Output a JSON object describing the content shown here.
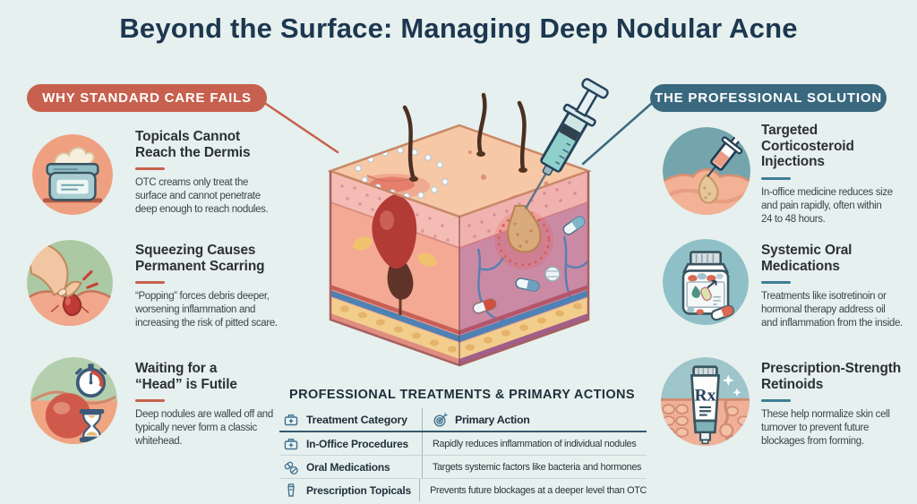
{
  "title": "Beyond the Surface: Managing Deep Nodular Acne",
  "colors": {
    "background": "#e6f0ee",
    "title_text": "#1d3750",
    "left_accent": "#c7604e",
    "right_accent": "#3a697f",
    "table_rule": "#35596d"
  },
  "left_section": {
    "badge": "WHY STANDARD CARE FAILS",
    "items": [
      {
        "icon": "cream-jar-icon",
        "title": "Topicals Cannot\nReach the Dermis",
        "body": "OTC creams only treat the\nsurface and cannot penetrate\ndeep enough to reach nodules."
      },
      {
        "icon": "pimple-squeeze-icon",
        "title": "Squeezing Causes\nPermanent Scarring",
        "body": "“Popping” forces debris deeper,\nworsening inflammation and\nincreasing the risk of pitted scare."
      },
      {
        "icon": "stopwatch-hourglass-icon",
        "title": "Waiting for a\n“Head” is Futile",
        "body": "Deep nodules are walled off and\ntypically never form a classic\nwhitehead."
      }
    ]
  },
  "right_section": {
    "badge": "THE PROFESSIONAL SOLUTION",
    "items": [
      {
        "icon": "syringe-injection-icon",
        "title": "Targeted\nCorticosteroid\nInjections",
        "body": "In-office medicine reduces size\nand pain rapidly, often within\n24 to 48 hours."
      },
      {
        "icon": "pill-bottle-icon",
        "title": "Systemic Oral\nMedications",
        "body": "Treatments like isotretinoin or\nhormonal therapy address oil\nand inflammation from the inside."
      },
      {
        "icon": "rx-tube-icon",
        "title": "Prescription-Strength\nRetinoids",
        "body": "These help normalize skin cell\nturnover to prevent future\nblockages from forming."
      }
    ]
  },
  "illustration": {
    "name": "skin-cross-section",
    "elements": [
      "deep-nodule",
      "corticosteroid-syringe",
      "epidermis",
      "dermis",
      "subcutaneous-fat",
      "blood-vessels",
      "oral-medication-pills",
      "hairs"
    ]
  },
  "table": {
    "heading": "PROFESSIONAL TREATMENTS & PRIMARY ACTIONS",
    "columns": [
      {
        "icon": "first-aid-kit-icon",
        "label": "Treatment Category"
      },
      {
        "icon": "target-icon",
        "label": "Primary Action"
      }
    ],
    "rows": [
      {
        "icon": "first-aid-kit-icon",
        "category": "In-Office Procedures",
        "action": "Rapidly reduces inflammation of individual nodules"
      },
      {
        "icon": "pills-icon",
        "category": "Oral Medications",
        "action": "Targets systemic factors like bacteria and hormones"
      },
      {
        "icon": "ointment-tube-icon",
        "category": "Prescription Topicals",
        "action": "Prevents future blockages at a deeper level than OTC"
      }
    ]
  }
}
